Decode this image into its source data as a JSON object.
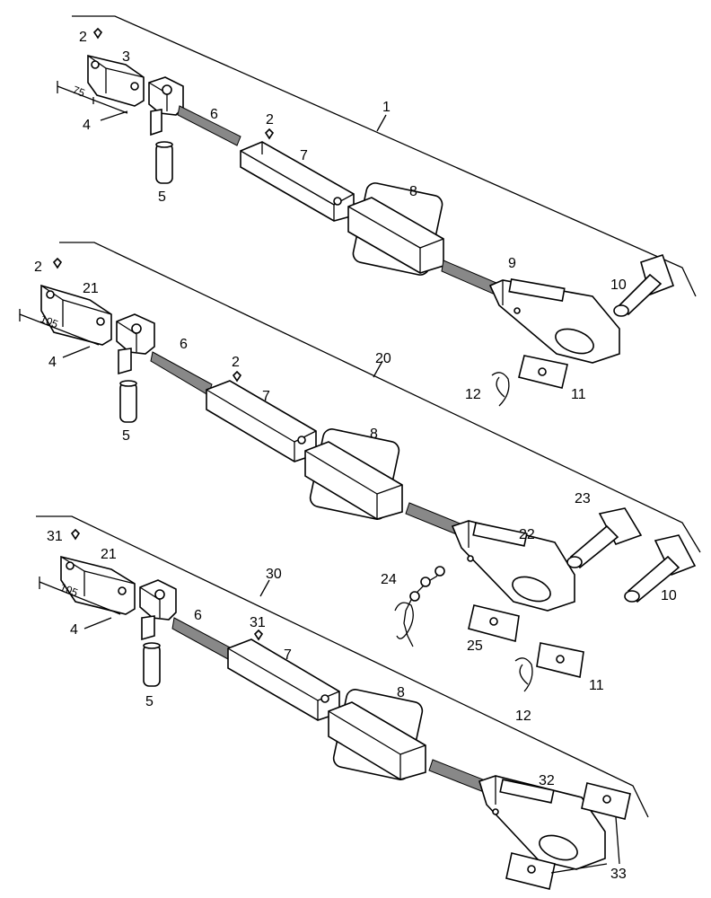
{
  "callouts": [
    "1",
    "2",
    "3",
    "4",
    "5",
    "6",
    "7",
    "8",
    "9",
    "10",
    "11",
    "12",
    "20",
    "21",
    "22",
    "23",
    "24",
    "25",
    "30",
    "31",
    "32",
    "33"
  ],
  "dimensions": {
    "top": "75",
    "middle": "105",
    "bottom": "105"
  },
  "assemblies": [
    {
      "name": "assembly-1",
      "id": "1"
    },
    {
      "name": "assembly-20",
      "id": "20"
    },
    {
      "name": "assembly-30",
      "id": "30"
    }
  ]
}
